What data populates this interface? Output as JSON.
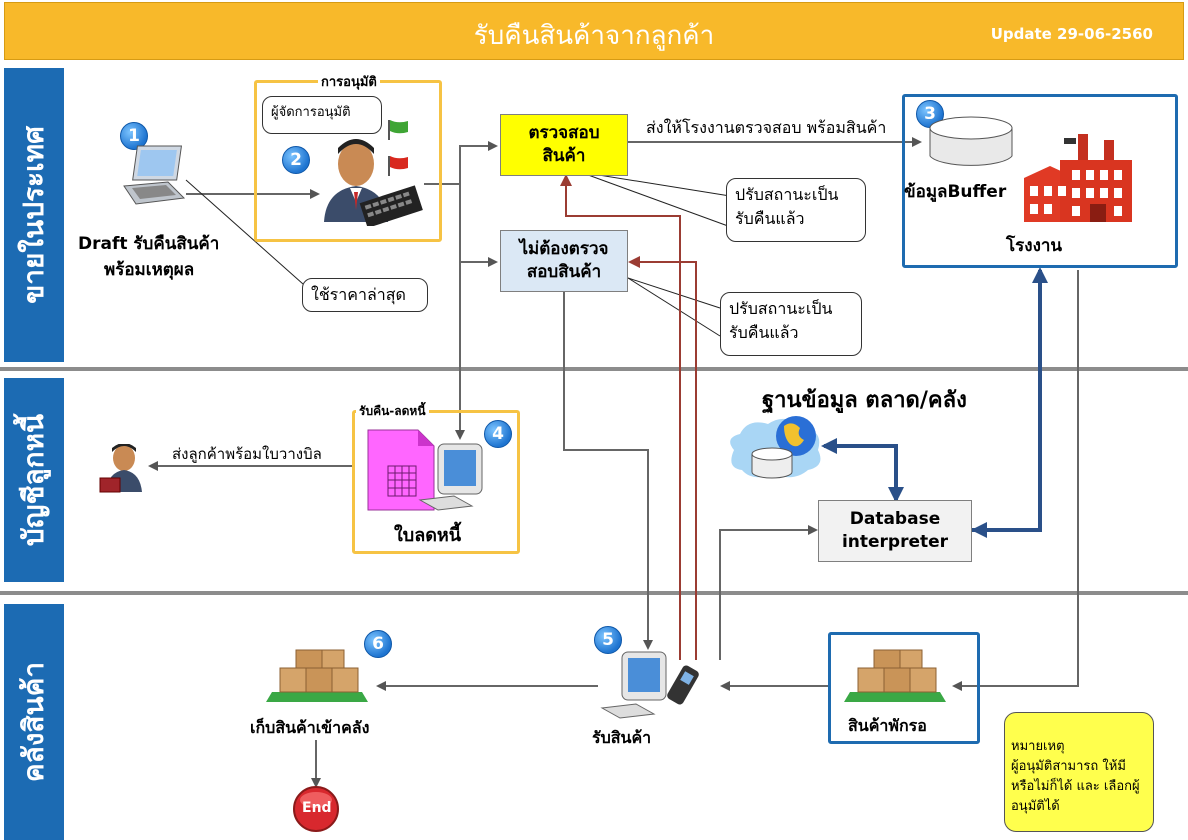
{
  "header": {
    "title": "รับคืนสินค้าจากลูกค้า",
    "update": "Update 29-06-2560",
    "bg_color": "#f8b92a"
  },
  "lanes": [
    {
      "label": "ขายในประเทศ"
    },
    {
      "label": "บัญชีลูกหนี้"
    },
    {
      "label": "คลังสินค้า"
    }
  ],
  "steps": {
    "s1": "1",
    "s2": "2",
    "s3": "3",
    "s4": "4",
    "s5": "5",
    "s6": "6"
  },
  "sales": {
    "draft_line1": "Draft รับคืนสินค้า",
    "draft_line2": "พร้อมเหตุผล",
    "latest_price": "ใช้ราคาล่าสุด",
    "approval_title": "การอนุมัติ",
    "manager_bubble": "ผู้จัดการอนุมัติ",
    "check_line1": "ตรวจสอบ",
    "check_line2": "สินค้า",
    "nocheck_line1": "ไม่ต้องตรวจ",
    "nocheck_line2": "สอบสินค้า",
    "send_factory": "ส่งให้โรงงานตรวจสอบ พร้อมสินค้า",
    "status1_line1": "ปรับสถานะเป็น",
    "status1_line2": "รับคืนแล้ว",
    "status2_line1": "ปรับสถานะเป็น",
    "status2_line2": "รับคืนแล้ว",
    "buffer": "ข้อมูลBuffer",
    "factory": "โรงงาน"
  },
  "ar": {
    "group_title": "รับคืน-ลดหนี้",
    "credit_note": "ใบลดหนี้",
    "send_customer": "ส่งลูกค้าพร้อมใบวางบิล",
    "db_title": "ฐานข้อมูล  ตลาด/คลัง",
    "interpreter_line1": "Database",
    "interpreter_line2": "interpreter"
  },
  "warehouse": {
    "store": "เก็บสินค้าเข้าคลัง",
    "receive": "รับสินค้า",
    "holding": "สินค้าพักรอ",
    "end": "End"
  },
  "note": {
    "title": "หมายเหตุ",
    "body": "ผู้อนุมัติสามารถ ให้มีหรือไม่ก็ได้ และ เลือกผู้อนุมัติได้"
  },
  "colors": {
    "lane_blue": "#1c6bb3",
    "check_fill": "#ffff00",
    "nocheck_fill": "#dbe8f5",
    "blue_arrow": "#2a5089",
    "red_arrow": "#9b3c33",
    "note_fill": "#ffff4d"
  },
  "icons": [
    "laptop-icon",
    "manager-icon",
    "green-flag-icon",
    "red-flag-icon",
    "database-disk-icon",
    "factory-icon",
    "customer-icon",
    "document-icon",
    "desktop-icon",
    "globe-icon",
    "barcode-scanner-icon",
    "pallet-boxes-icon",
    "end-icon"
  ]
}
